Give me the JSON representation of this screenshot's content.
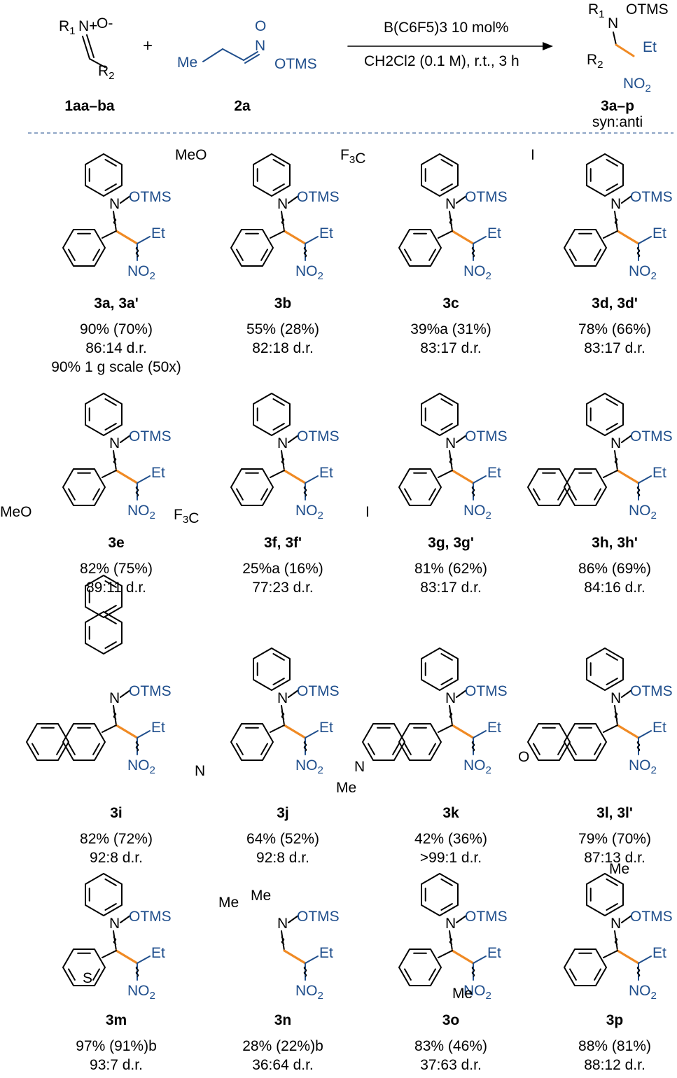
{
  "reaction": {
    "catalyst": "B(C6F5)3 10 mol%",
    "conditions": "CH2Cl2 (0.1 M), r.t., 3 h",
    "reactant1_id": "1aa–ba",
    "reactant2_id": "2a",
    "product_id": "3a–p",
    "product_note": "syn:anti",
    "plus": "+"
  },
  "labels": {
    "otms": "OTMS",
    "et": "Et",
    "no2": "NO2",
    "n": "N",
    "o": "O",
    "me": "Me",
    "meo": "MeO",
    "cf3": "F3C",
    "iodo": "I",
    "r1": "R1",
    "r2": "R2",
    "s": "S",
    "nplus": "N+",
    "ominus": "O-"
  },
  "compounds": [
    {
      "id": "3a, 3a'",
      "lines": [
        "90% (70%)",
        "86:14 d.r.",
        "90% 1 g scale (50x)"
      ]
    },
    {
      "id": "3b",
      "lines": [
        "55% (28%)",
        "82:18 d.r."
      ]
    },
    {
      "id": "3c",
      "lines": [
        "39%a (31%)",
        "83:17 d.r."
      ]
    },
    {
      "id": "3d, 3d'",
      "lines": [
        "78% (66%)",
        "83:17 d.r."
      ]
    },
    {
      "id": "3e",
      "lines": [
        "82% (75%)",
        "89:11 d.r."
      ]
    },
    {
      "id": "3f, 3f'",
      "lines": [
        "25%a (16%)",
        "77:23 d.r."
      ]
    },
    {
      "id": "3g, 3g'",
      "lines": [
        "81% (62%)",
        "83:17 d.r."
      ]
    },
    {
      "id": "3h, 3h'",
      "lines": [
        "86% (69%)",
        "84:16 d.r."
      ]
    },
    {
      "id": "3i",
      "lines": [
        "82% (72%)",
        "92:8 d.r."
      ]
    },
    {
      "id": "3j",
      "lines": [
        "64% (52%)",
        "92:8 d.r."
      ]
    },
    {
      "id": "3k",
      "lines": [
        "42% (36%)",
        ">99:1 d.r."
      ]
    },
    {
      "id": "3l, 3l'",
      "lines": [
        "79% (70%)",
        "87:13 d.r."
      ]
    },
    {
      "id": "3m",
      "lines": [
        "97% (91%)b",
        "93:7 d.r."
      ]
    },
    {
      "id": "3n",
      "lines": [
        "28% (22%)b",
        "36:64 d.r."
      ]
    },
    {
      "id": "3o",
      "lines": [
        "83% (46%)",
        "37:63 d.r."
      ]
    },
    {
      "id": "3p",
      "lines": [
        "88% (81%)",
        "88:12 d.r."
      ]
    }
  ],
  "colors": {
    "ink": "#000000",
    "nitronate": "#1f4e8c",
    "new_bond": "#f08a24",
    "divider": "#4a6fa5"
  }
}
